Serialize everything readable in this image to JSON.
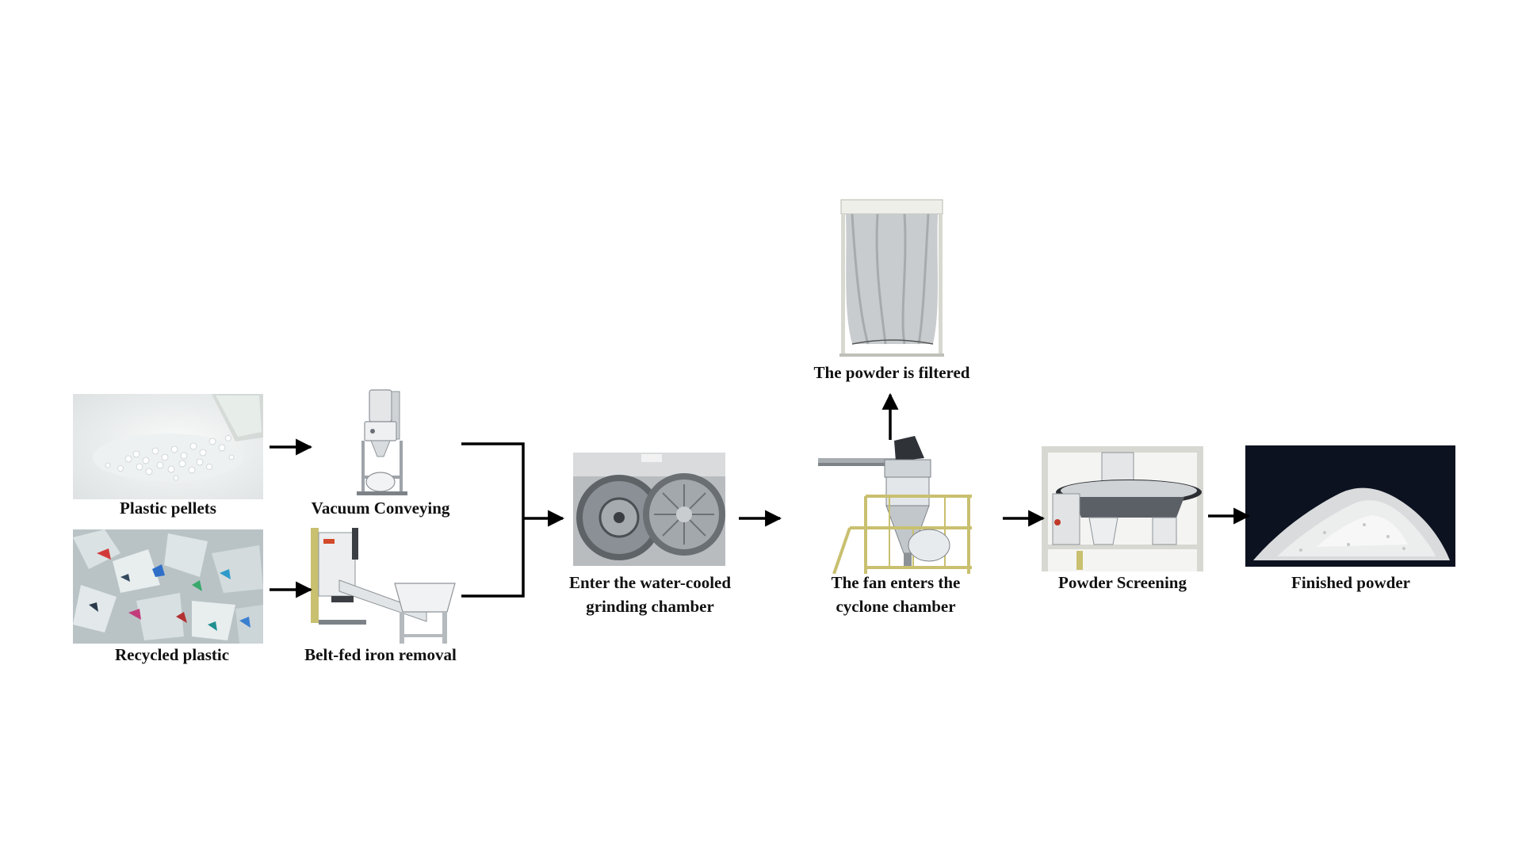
{
  "diagram": {
    "nodes": {
      "plastic_pellets": "Plastic pellets",
      "recycled_plastic": "Recycled plastic",
      "vacuum_conveying": "Vacuum Conveying",
      "belt_fed": "Belt-fed iron removal",
      "grinding": "Enter the water-cooled\ngrinding chamber",
      "cyclone": "The fan enters the\ncyclone chamber",
      "filtered": "The powder is filtered",
      "screening": "Powder Screening",
      "finished": "Finished powder"
    },
    "edges": [
      [
        "plastic_pellets",
        "vacuum_conveying"
      ],
      [
        "recycled_plastic",
        "belt_fed"
      ],
      [
        "vacuum_conveying",
        "grinding"
      ],
      [
        "belt_fed",
        "grinding"
      ],
      [
        "grinding",
        "cyclone"
      ],
      [
        "cyclone",
        "filtered"
      ],
      [
        "cyclone",
        "screening"
      ],
      [
        "screening",
        "finished"
      ]
    ],
    "colors": {
      "arrow": "#000000",
      "machine_yellow": "#c9c070",
      "powder_background": "#0d1220"
    }
  }
}
